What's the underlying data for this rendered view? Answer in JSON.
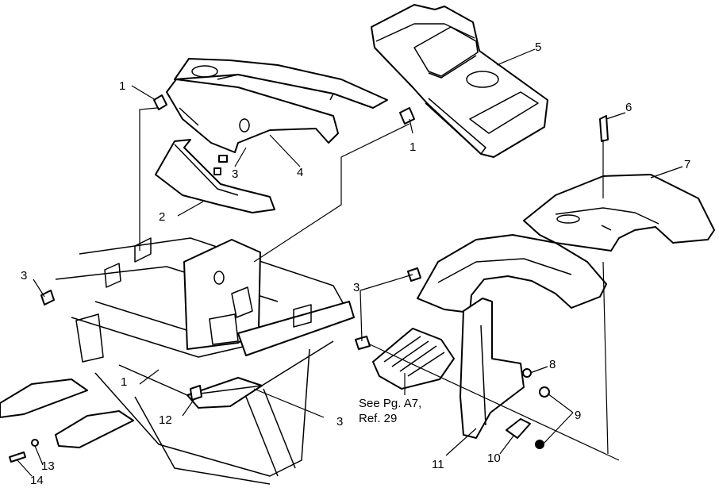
{
  "callouts": {
    "c1_top": "1",
    "c1_right": "1",
    "c1_left": "1",
    "c2": "2",
    "c3_top": "3",
    "c3_left": "3",
    "c3_right": "3",
    "c3_bottom": "3",
    "c4": "4",
    "c5": "5",
    "c6": "6",
    "c7": "7",
    "c8": "8",
    "c9": "9",
    "c10": "10",
    "c11": "11",
    "c12": "12",
    "c13": "13",
    "c14": "14"
  },
  "reference_note": {
    "line1": "See Pg. A7,",
    "line2": "Ref. 29"
  }
}
